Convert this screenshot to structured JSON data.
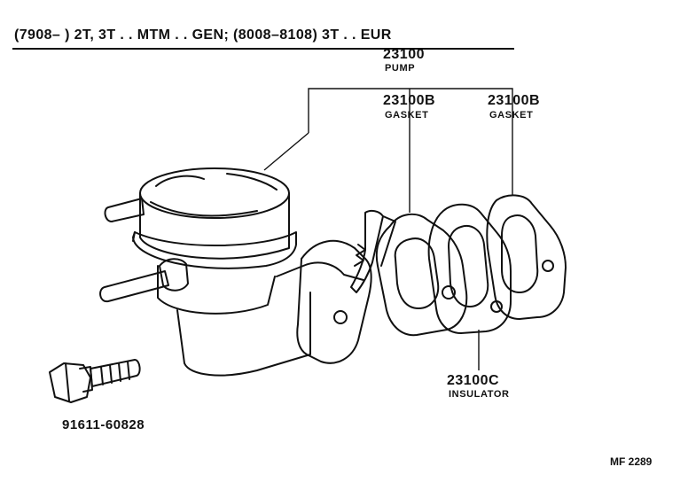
{
  "header": {
    "text": "(7908–        ) 2T, 3T . . MTM . . GEN; (8008–8108) 3T . . EUR"
  },
  "callouts": {
    "pump": {
      "number": "23100",
      "name": "PUMP"
    },
    "gasket_1": {
      "number": "23100B",
      "name": "GASKET"
    },
    "gasket_2": {
      "number": "23100B",
      "name": "GASKET"
    },
    "insulator": {
      "number": "23100C",
      "name": "INSULATOR"
    },
    "bolt": {
      "number": "91611-60828"
    }
  },
  "figure_code": "MF  2289"
}
